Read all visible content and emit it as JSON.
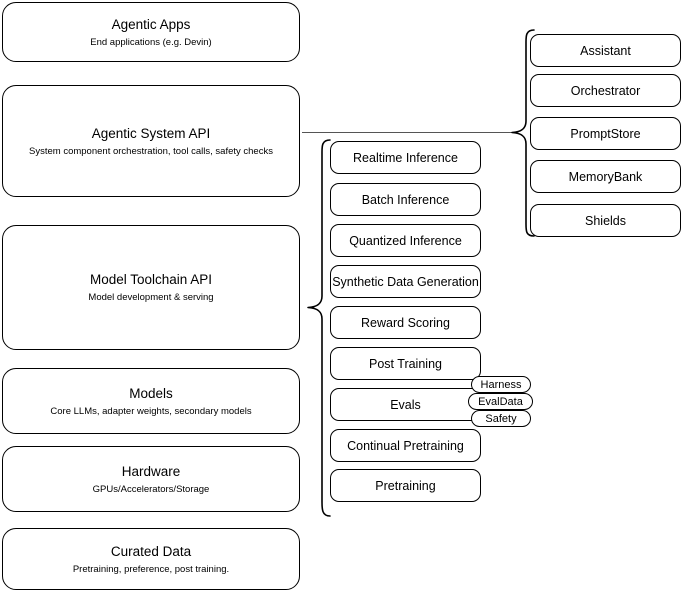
{
  "diagram": {
    "title": "AI stack layers diagram",
    "stroke_color": "#000000",
    "connector_color": "#555555",
    "background": "#ffffff"
  },
  "layers": [
    {
      "title": "Agentic Apps",
      "subtitle": "End applications (e.g. Devin)"
    },
    {
      "title": "Agentic System API",
      "subtitle": "System component orchestration, tool calls, safety checks"
    },
    {
      "title": "Model Toolchain API",
      "subtitle": "Model development & serving"
    },
    {
      "title": "Models",
      "subtitle": "Core LLMs, adapter weights, secondary models"
    },
    {
      "title": "Hardware",
      "subtitle": "GPUs/Accelerators/Storage"
    },
    {
      "title": "Curated Data",
      "subtitle": "Pretraining, preference, post training."
    }
  ],
  "toolchain_items": [
    {
      "label": "Realtime Inference"
    },
    {
      "label": "Batch Inference"
    },
    {
      "label": "Quantized Inference"
    },
    {
      "label": "Synthetic Data Generation"
    },
    {
      "label": "Reward Scoring"
    },
    {
      "label": "Post Training"
    },
    {
      "label": "Evals"
    },
    {
      "label": "Continual Pretraining"
    },
    {
      "label": "Pretraining"
    }
  ],
  "agentic_items": [
    {
      "label": "Assistant"
    },
    {
      "label": "Orchestrator"
    },
    {
      "label": "PromptStore"
    },
    {
      "label": "MemoryBank"
    },
    {
      "label": "Shields"
    }
  ],
  "eval_pills": [
    {
      "label": "Harness"
    },
    {
      "label": "EvalData"
    },
    {
      "label": "Safety"
    }
  ]
}
